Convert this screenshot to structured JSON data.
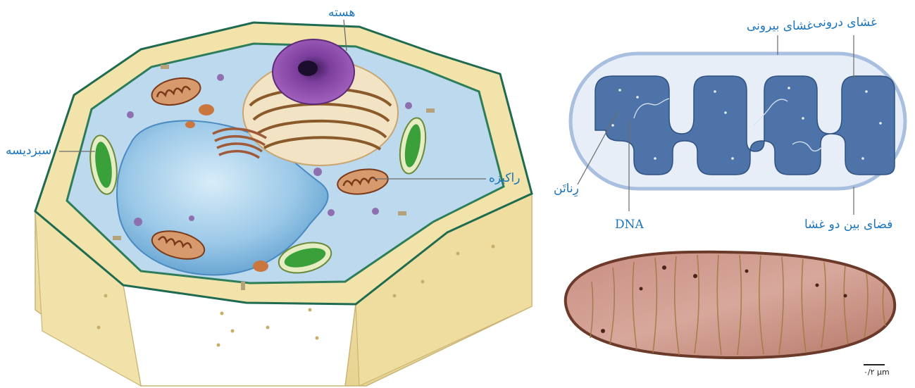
{
  "plant_cell": {
    "labels": {
      "nucleus": "هسته",
      "chloroplast": "سبزدیسه",
      "mitochondrion": "راکیزه"
    }
  },
  "mitochondrion_diagram": {
    "labels": {
      "inner_membrane": "غشای درونی",
      "outer_membrane": "غشای بیرونی",
      "ribosome": "رِناتَن",
      "dna": "DNA",
      "intermembrane_space": "فضای بین دو غشا"
    }
  },
  "micrograph": {
    "scale_bar": "۰/۲ μm"
  },
  "colors": {
    "label_text": "#1b75bc",
    "leader_line": "#6b6b6b",
    "matrix_blue": "#4e73a8",
    "outer_membrane": "#a9bfe0",
    "cell_wall": "#eedb9c",
    "cytoplasm": "#bcd9ee",
    "nucleus": "#8a3fa0",
    "chloroplast_green": "#3aa03a",
    "mito_brown": "#9b4a2a"
  }
}
